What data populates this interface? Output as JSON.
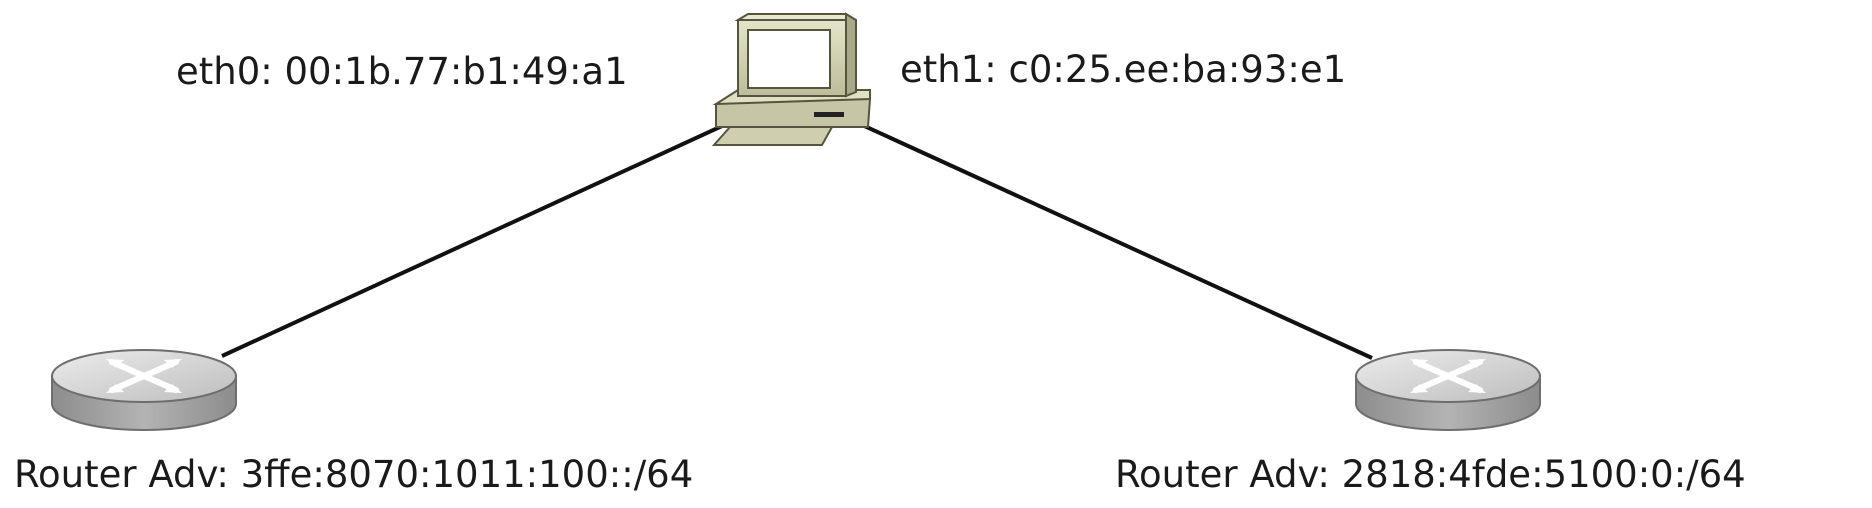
{
  "diagram": {
    "host": {
      "eth0": "eth0: 00:1b.77:b1:49:a1",
      "eth1": "eth1: c0:25.ee:ba:93:e1"
    },
    "router_left": {
      "label": "Router Adv: 3ffe:8070:1011:100::/64"
    },
    "router_right": {
      "label": "Router Adv: 2818:4fde:5100:0:/64"
    },
    "colors": {
      "device_body": "#d7d7b8",
      "device_shade": "#b5b596",
      "router_top": "#d4d4d4",
      "router_side": "#9f9f9f",
      "line": "#111111"
    }
  }
}
